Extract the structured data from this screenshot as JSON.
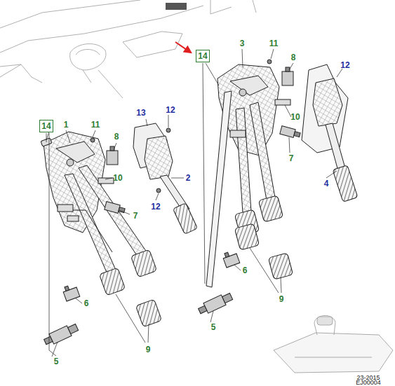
{
  "diagram": {
    "nodes": [
      {
        "text": [
          "14"
        ]
      },
      {
        "text": [
          "14"
        ]
      }
    ],
    "labels": [
      "1",
      "11",
      "8",
      "10",
      "7",
      "6",
      "5",
      "9",
      "13",
      "12",
      "2",
      "12",
      "3",
      "11",
      "8",
      "12",
      "10",
      "7",
      "4",
      "6",
      "9",
      "5",
      "23-2015",
      "EJ00004"
    ]
  }
}
